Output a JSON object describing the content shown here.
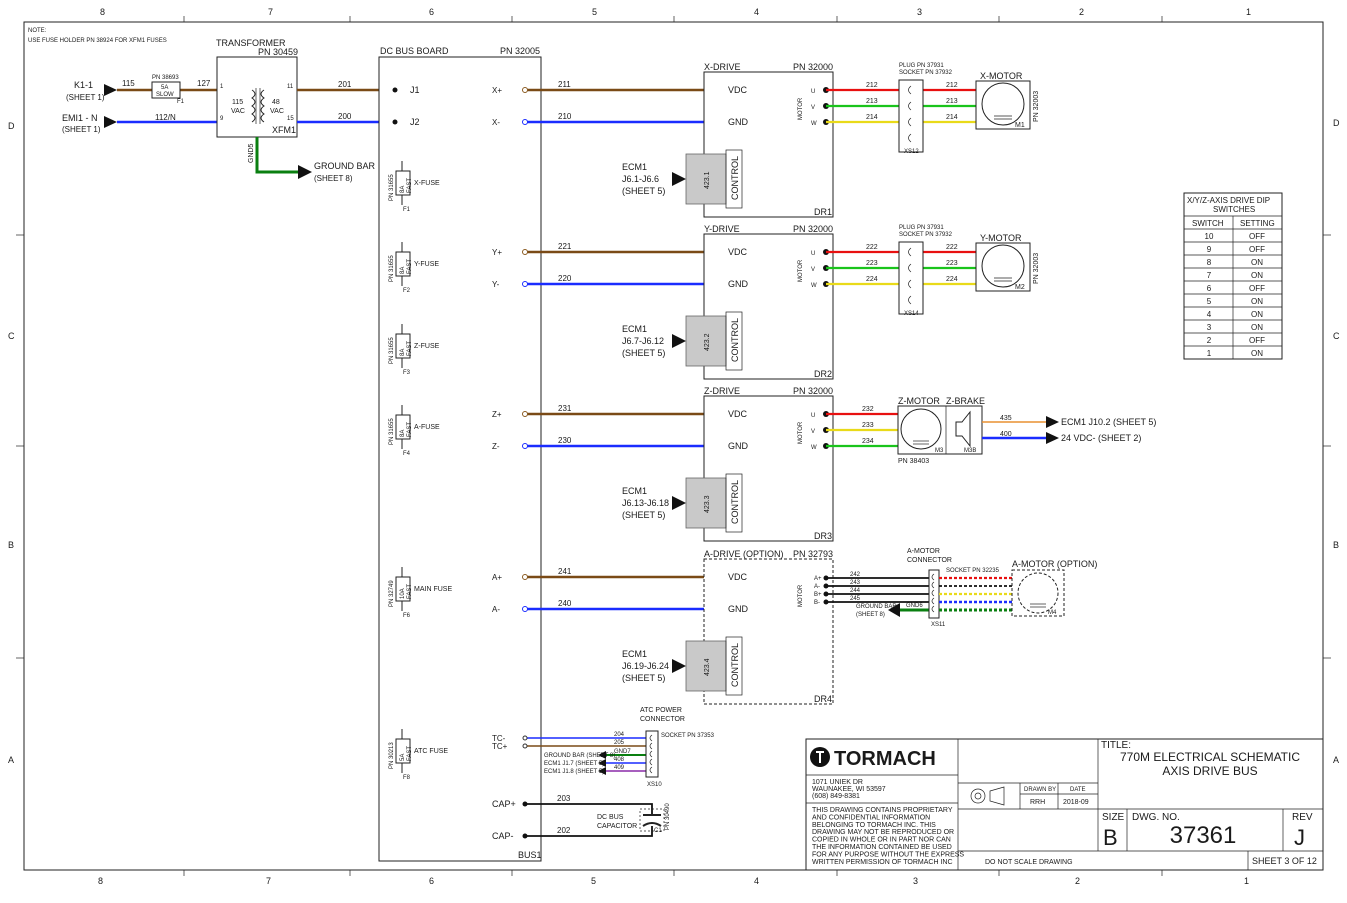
{
  "note": {
    "line1": "NOTE:",
    "line2": "USE FUSE HOLDER PN 38924 FOR XFM1 FUSES"
  },
  "grid": {
    "columns": [
      "8",
      "7",
      "6",
      "5",
      "4",
      "3",
      "2",
      "1"
    ],
    "rows": [
      "D",
      "C",
      "B",
      "A"
    ]
  },
  "inputs": {
    "k1": {
      "label": "K1-1",
      "sheet": "(SHEET 1)",
      "wire": "115"
    },
    "emi": {
      "label": "EMI1 - N",
      "sheet": "(SHEET 1)",
      "wire": "112/N"
    },
    "fuse": {
      "pn": "PN 38693",
      "rating": "5A",
      "type": "SLOW",
      "id": "F1"
    },
    "wire127": "127"
  },
  "transformer": {
    "title": "TRANSFORMER",
    "pn": "PN 30459",
    "primary": "115",
    "primary_unit": "VAC",
    "secondary": "48",
    "secondary_unit": "VAC",
    "id": "XFM1",
    "pin1": "1",
    "pin9": "9",
    "pin11": "11",
    "pin15": "15",
    "gnd": "GND5"
  },
  "ground": {
    "label": "GROUND BAR",
    "sheet": "(SHEET 8)"
  },
  "bus": {
    "title": "DC BUS BOARD",
    "pn": "PN 32005",
    "id": "BUS1",
    "j1": "J1",
    "j2": "J2",
    "w201": "201",
    "w200": "200"
  },
  "fuses": [
    {
      "pn": "PN 31655",
      "rating": "8A",
      "type": "FAST",
      "label": "X-FUSE",
      "id": "F1"
    },
    {
      "pn": "PN 31655",
      "rating": "8A",
      "type": "FAST",
      "label": "Y-FUSE",
      "id": "F2"
    },
    {
      "pn": "PN 31655",
      "rating": "8A",
      "type": "FAST",
      "label": "Z-FUSE",
      "id": "F3"
    },
    {
      "pn": "PN 31655",
      "rating": "8A",
      "type": "FAST",
      "label": "A-FUSE",
      "id": "F4"
    },
    {
      "pn": "PN 32749",
      "rating": "10A",
      "type": "FAST",
      "label": "MAIN FUSE",
      "id": "F6"
    },
    {
      "pn": "PN 30213",
      "rating": "5A",
      "type": "FAST",
      "label": "ATC FUSE",
      "id": "F8"
    }
  ],
  "drives": [
    {
      "title": "X-DRIVE",
      "pn": "PN 32000",
      "plus": "X+",
      "minus": "X-",
      "w_plus": "211",
      "w_minus": "210",
      "vdc": "VDC",
      "gnd": "GND",
      "control": "CONTROL",
      "motor": "MOTOR",
      "ecm": "ECM1",
      "ecm_pins": "J6.1-J6.6",
      "ecm_sheet": "(SHEET 5)",
      "cable": "423.1",
      "id": "DR1"
    },
    {
      "title": "Y-DRIVE",
      "pn": "PN 32000",
      "plus": "Y+",
      "minus": "Y-",
      "w_plus": "221",
      "w_minus": "220",
      "vdc": "VDC",
      "gnd": "GND",
      "control": "CONTROL",
      "motor": "MOTOR",
      "ecm": "ECM1",
      "ecm_pins": "J6.7-J6.12",
      "ecm_sheet": "(SHEET 5)",
      "cable": "423.2",
      "id": "DR2"
    },
    {
      "title": "Z-DRIVE",
      "pn": "PN 32000",
      "plus": "Z+",
      "minus": "Z-",
      "w_plus": "231",
      "w_minus": "230",
      "vdc": "VDC",
      "gnd": "GND",
      "control": "CONTROL",
      "motor": "MOTOR",
      "ecm": "ECM1",
      "ecm_pins": "J6.13-J6.18",
      "ecm_sheet": "(SHEET 5)",
      "cable": "423.3",
      "id": "DR3"
    },
    {
      "title": "A-DRIVE (OPTION)",
      "pn": "PN 32793",
      "plus": "A+",
      "minus": "A-",
      "w_plus": "241",
      "w_minus": "240",
      "vdc": "VDC",
      "gnd": "GND",
      "control": "CONTROL",
      "motor": "MOTOR",
      "ecm": "ECM1",
      "ecm_pins": "J6.19-J6.24",
      "ecm_sheet": "(SHEET 5)",
      "cable": "423.4",
      "id": "DR4"
    }
  ],
  "phases": [
    "U",
    "V",
    "W"
  ],
  "plug": {
    "plug_pn": "PLUG PN 37931",
    "socket_pn": "SOCKET PN 37932"
  },
  "xmotor": {
    "title": "X-MOTOR",
    "pn": "PN 32003",
    "id": "M1",
    "conn": "XS12",
    "wires": [
      "212",
      "213",
      "214"
    ]
  },
  "ymotor": {
    "title": "Y-MOTOR",
    "pn": "PN 32003",
    "id": "M2",
    "conn": "XS14",
    "wires": [
      "222",
      "223",
      "224"
    ]
  },
  "zmotor": {
    "title": "Z-MOTOR",
    "brake": "Z-BRAKE",
    "pn": "PN 38403",
    "id": "M3",
    "brake_id": "M3B",
    "wires": [
      "232",
      "233",
      "234"
    ],
    "w435": "435",
    "w400": "400",
    "out1": "ECM1 J10.2 (SHEET 5)",
    "out2": "24 VDC- (SHEET 2)"
  },
  "amotor": {
    "connector_title1": "A-MOTOR",
    "connector_title2": "CONNECTOR",
    "socket": "SOCKET PN 32235",
    "title": "A-MOTOR (OPTION)",
    "id": "M4",
    "conn": "XS11",
    "phases": [
      "A+",
      "A-",
      "B+",
      "B-"
    ],
    "wires": [
      "242",
      "243",
      "244",
      "245"
    ],
    "gnd": "GND6",
    "ground_bar": "GROUND BAR",
    "ground_sheet": "(SHEET 8)"
  },
  "atc": {
    "title1": "ATC POWER",
    "title2": "CONNECTOR",
    "socket": "SOCKET PN 37353",
    "conn": "XS10",
    "tc_minus": "TC-",
    "tc_plus": "TC+",
    "wires": [
      "204",
      "205",
      "GND7",
      "408",
      "409"
    ],
    "labels": [
      "GROUND BAR (SHEET 8)",
      "ECM1 J1.7 (SHEET 5)",
      "ECM1 J1.8 (SHEET 5)"
    ]
  },
  "cap": {
    "plus": "CAP+",
    "minus": "CAP-",
    "w203": "203",
    "w202": "202",
    "title1": "DC BUS",
    "title2": "CAPACITOR",
    "pn": "PN 30490",
    "id": "C1"
  },
  "dip": {
    "title1": "X/Y/Z-AXIS DRIVE DIP",
    "title2": "SWITCHES",
    "headers": [
      "SWITCH",
      "SETTING"
    ],
    "rows": [
      [
        "10",
        "OFF"
      ],
      [
        "9",
        "OFF"
      ],
      [
        "8",
        "ON"
      ],
      [
        "7",
        "ON"
      ],
      [
        "6",
        "OFF"
      ],
      [
        "5",
        "ON"
      ],
      [
        "4",
        "ON"
      ],
      [
        "3",
        "ON"
      ],
      [
        "2",
        "OFF"
      ],
      [
        "1",
        "ON"
      ]
    ]
  },
  "titleblock": {
    "logo": "TORMACH",
    "addr1": "1071 UNIEK DR",
    "addr2": "WAUNAKEE, WI 53597",
    "phone": "(608) 849-8381",
    "legal": [
      "THIS DRAWING CONTAINS PROPRIETARY",
      "AND CONFIDENTIAL INFORMATION",
      "BELONGING TO TORMACH INC. THIS",
      "DRAWING MAY NOT BE REPRODUCED OR",
      "COPIED IN WHOLE OR IN PART NOR CAN",
      "THE INFORMATION CONTAINED BE USED",
      "FOR ANY PURPOSE WITHOUT THE EXPRESS",
      "WRITTEN PERMISSION OF TORMACH INC"
    ],
    "drawn_by_label": "DRAWN BY",
    "date_label": "DATE",
    "drawn_by": "RRH",
    "date": "2018-09",
    "do_not_scale": "DO NOT SCALE DRAWING",
    "title_label": "TITLE:",
    "title1": "770M ELECTRICAL SCHEMATIC",
    "title2": "AXIS DRIVE BUS",
    "size_label": "SIZE",
    "size": "B",
    "dwg_label": "DWG.  NO.",
    "dwg": "37361",
    "rev_label": "REV",
    "rev": "J",
    "sheet": "SHEET 3 OF 12"
  }
}
